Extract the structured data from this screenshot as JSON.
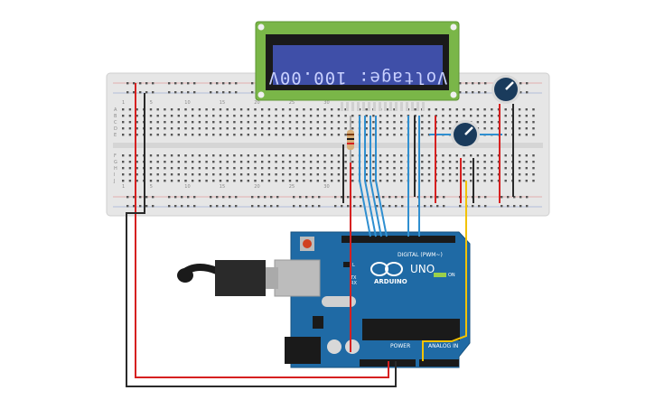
{
  "lcd": {
    "display_text": "Voltage: 100.00V",
    "display_bg": "#3f4fa8",
    "display_text_color": "#c8d0ff",
    "pcb_color": "#7ab648"
  },
  "arduino": {
    "brand": "ARDUINO",
    "model": "UNO",
    "digital_label": "DIGITAL (PWM~)",
    "power_label": "POWER",
    "analog_label": "ANALOG IN",
    "on_label": "ON",
    "tx_label": "TX",
    "rx_label": "RX",
    "l_label": "L",
    "board_color": "#1f6aa5"
  },
  "breadboard": {
    "row_letters_top": [
      "A",
      "B",
      "C",
      "D",
      "E"
    ],
    "row_letters_bottom": [
      "F",
      "G",
      "H",
      "I",
      "J"
    ],
    "column_numbers": [
      "1",
      "5",
      "10",
      "15",
      "20",
      "25",
      "30"
    ],
    "color": "#e6e6e6"
  },
  "components": {
    "resistor": "resistor",
    "potentiometers": [
      "potentiometer-1",
      "potentiometer-2"
    ],
    "usb_cable": "usb-cable"
  },
  "wire_colors": {
    "red": "#d62020",
    "black": "#2a2a2a",
    "blue": "#2f8fd0",
    "yellow": "#f2c200"
  }
}
